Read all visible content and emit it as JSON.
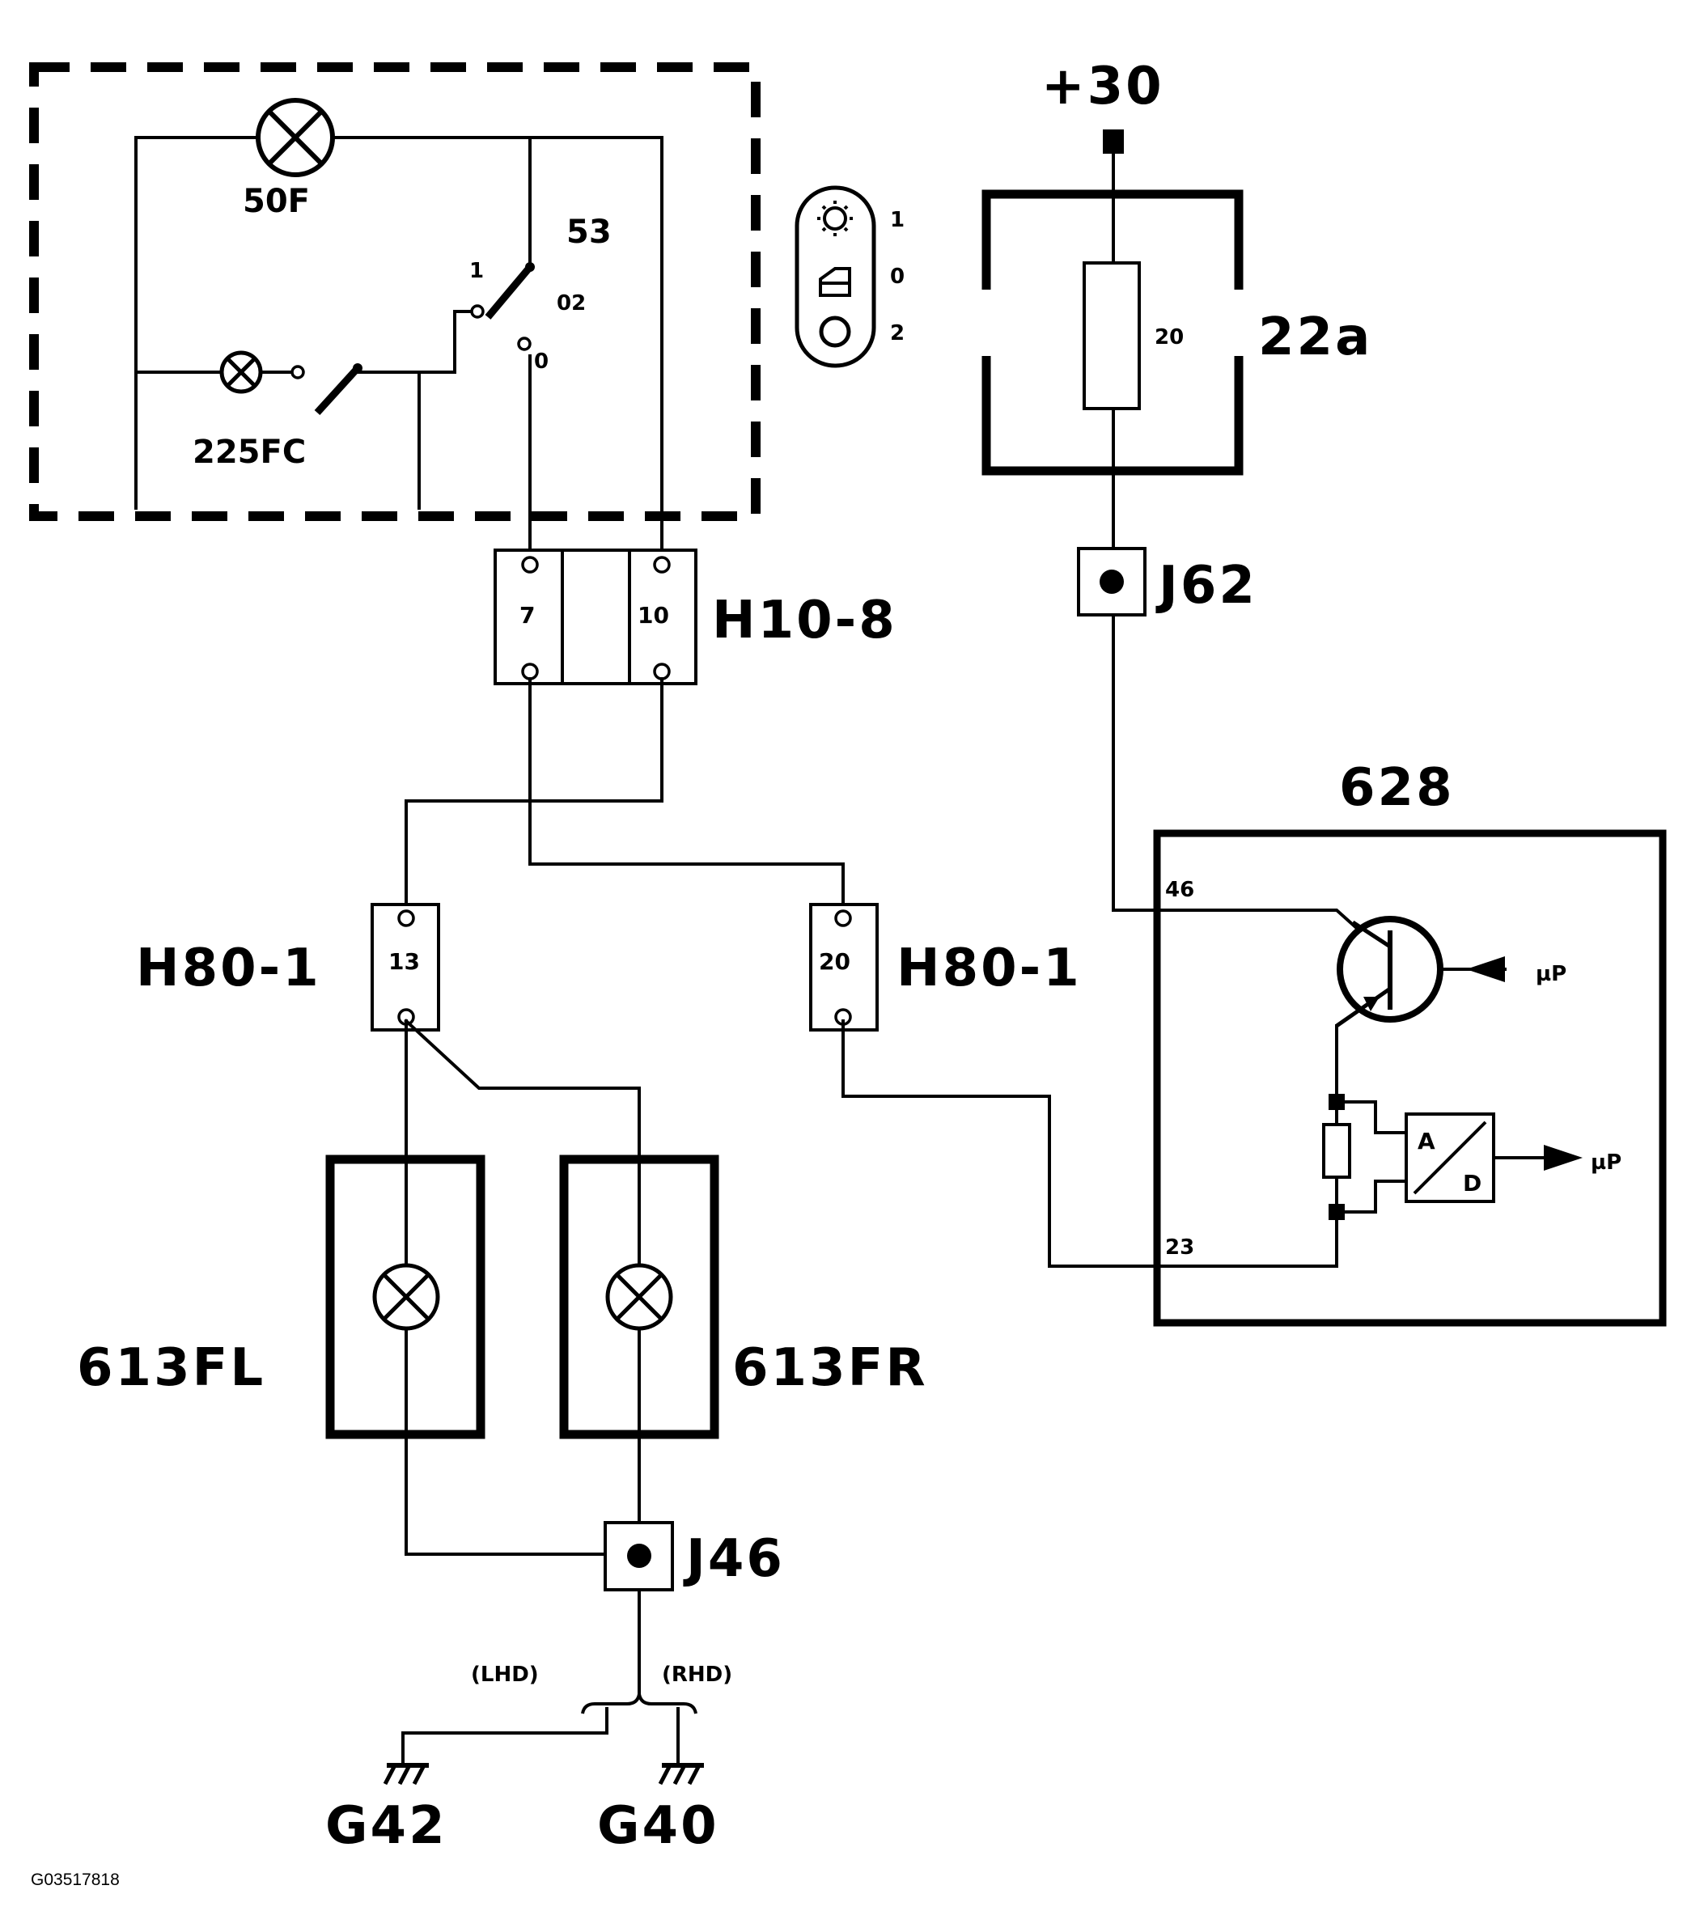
{
  "switch_unit": {
    "lamp_label": "50F",
    "switch_label": "225FC",
    "selector_label": "53",
    "pos_1": "1",
    "pos_02": "02",
    "pos_0": "0"
  },
  "legend": {
    "pos_1": "1",
    "pos_0": "0",
    "pos_2": "2"
  },
  "supply": {
    "label": "+30"
  },
  "fuse_box": {
    "fuse_value": "20",
    "label": "22a"
  },
  "junctions": {
    "j62": "J62",
    "j46": "J46"
  },
  "connector_h10_8": {
    "label": "H10-8",
    "pin_a": "7",
    "pin_b": "10"
  },
  "connector_h80_left": {
    "label": "H80-1",
    "pin": "13"
  },
  "connector_h80_right": {
    "label": "H80-1",
    "pin": "20"
  },
  "module_628": {
    "label": "628",
    "pin_top": "46",
    "pin_bottom": "23",
    "ad_a": "A",
    "ad_d": "D",
    "signal_in": "µP",
    "signal_out": "µP"
  },
  "lamps": {
    "left": "613FL",
    "right": "613FR"
  },
  "ground": {
    "lhd": "(LHD)",
    "rhd": "(RHD)",
    "g42": "G42",
    "g40": "G40"
  },
  "figure_id": "G03517818"
}
